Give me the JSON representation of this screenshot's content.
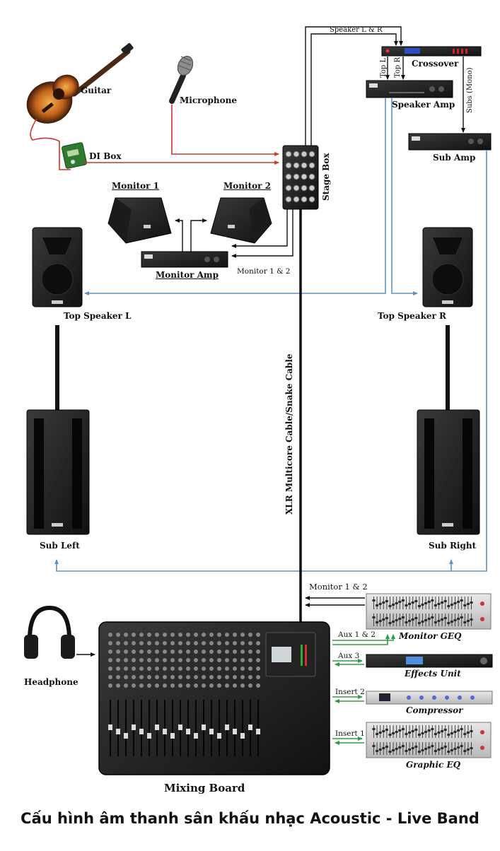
{
  "labels": {
    "guitar": "Guitar",
    "microphone": "Microphone",
    "di_box": "DI Box",
    "stage_box": "Stage Box",
    "speaker_lr": "Speaker L & R",
    "crossover": "Crossover",
    "top_l": "Top L",
    "top_r": "Top R",
    "speaker_amp": "Speaker Amp",
    "subs_mono": "Subs (Mono)",
    "sub_amp": "Sub Amp",
    "monitor_1": "Monitor 1",
    "monitor_2": "Monitor 2",
    "monitor_amp": "Monitor Amp",
    "monitor_1_2_top": "Monitor 1 & 2",
    "top_speaker_l": "Top Speaker L",
    "top_speaker_r": "Top Speaker R",
    "snake": "XLR Multicore Cable/Snake Cable",
    "sub_left": "Sub Left",
    "sub_right": "Sub Right",
    "monitor_1_2_bottom": "Monitor 1 & 2",
    "headphone": "Headphone",
    "aux_1_2": "Aux 1 & 2",
    "aux_3": "Aux 3",
    "insert_2": "Insert 2",
    "insert_1": "Insert 1",
    "monitor_geq": "Monitor GEQ",
    "effects_unit": "Effects Unit",
    "compressor": "Compressor",
    "graphic_eq": "Graphic EQ",
    "mixing_board": "Mixing Board"
  },
  "footer": "Cấu hình âm thanh sân khấu nhạc Acoustic - Live Band",
  "colors": {
    "signal_red": "#d0342c",
    "speaker_blue": "#5b93c4",
    "insert_green": "#2e9e44",
    "line_black": "#111111"
  }
}
